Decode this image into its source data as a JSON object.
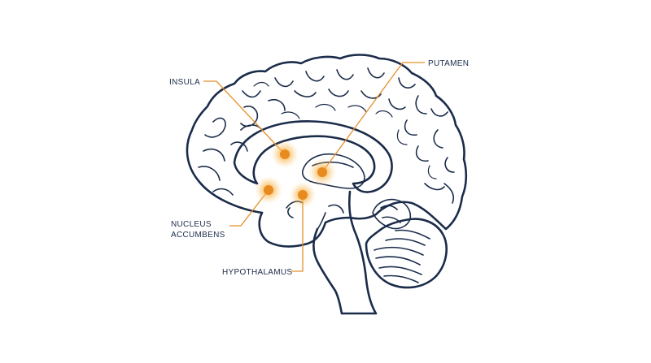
{
  "colors": {
    "outline": "#1b2c4a",
    "accent": "#e58f2a",
    "glow": "#f4a630",
    "background": "#ffffff"
  },
  "labels": {
    "insula": "INSULA",
    "putamen": "PUTAMEN",
    "nucleus_accumbens_line1": "NUCLEUS",
    "nucleus_accumbens_line2": "ACCUMBENS",
    "hypothalamus": "HYPOTHALAMUS"
  }
}
